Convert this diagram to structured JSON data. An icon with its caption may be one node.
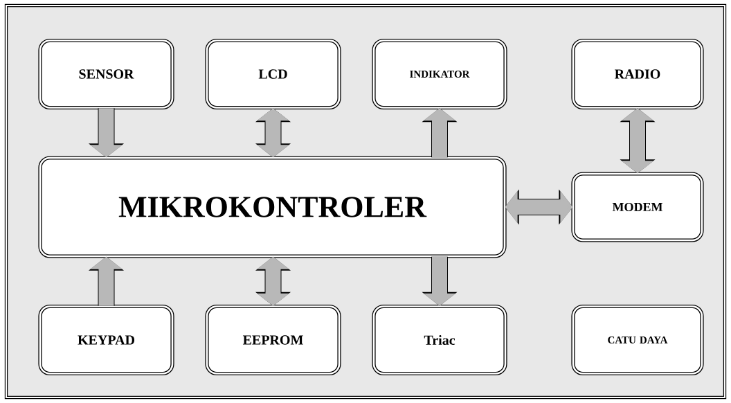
{
  "diagram": {
    "nodes": [
      {
        "text": [
          "SENSOR"
        ]
      },
      {
        "text": [
          "LCD"
        ]
      },
      {
        "text": [
          "INDIKATOR"
        ]
      },
      {
        "text": [
          "RADIO"
        ]
      },
      {
        "text": [
          "MIKROKONTROLER"
        ]
      },
      {
        "text": [
          "MODEM"
        ]
      },
      {
        "text": [
          "KEYPAD"
        ]
      },
      {
        "text": [
          "EEPROM"
        ]
      },
      {
        "text": [
          "Triac"
        ]
      },
      {
        "text": [
          "CATU DAYA"
        ]
      }
    ],
    "edges": [
      {
        "from": 0,
        "to": 4,
        "arrow": "to"
      },
      {
        "from": 1,
        "to": 4,
        "arrow": "both"
      },
      {
        "from": 4,
        "to": 2,
        "arrow": "to"
      },
      {
        "from": 3,
        "to": 5,
        "arrow": "both"
      },
      {
        "from": 4,
        "to": 5,
        "arrow": "both"
      },
      {
        "from": 6,
        "to": 4,
        "arrow": "to"
      },
      {
        "from": 7,
        "to": 4,
        "arrow": "both"
      },
      {
        "from": 4,
        "to": 8,
        "arrow": "to"
      }
    ]
  }
}
